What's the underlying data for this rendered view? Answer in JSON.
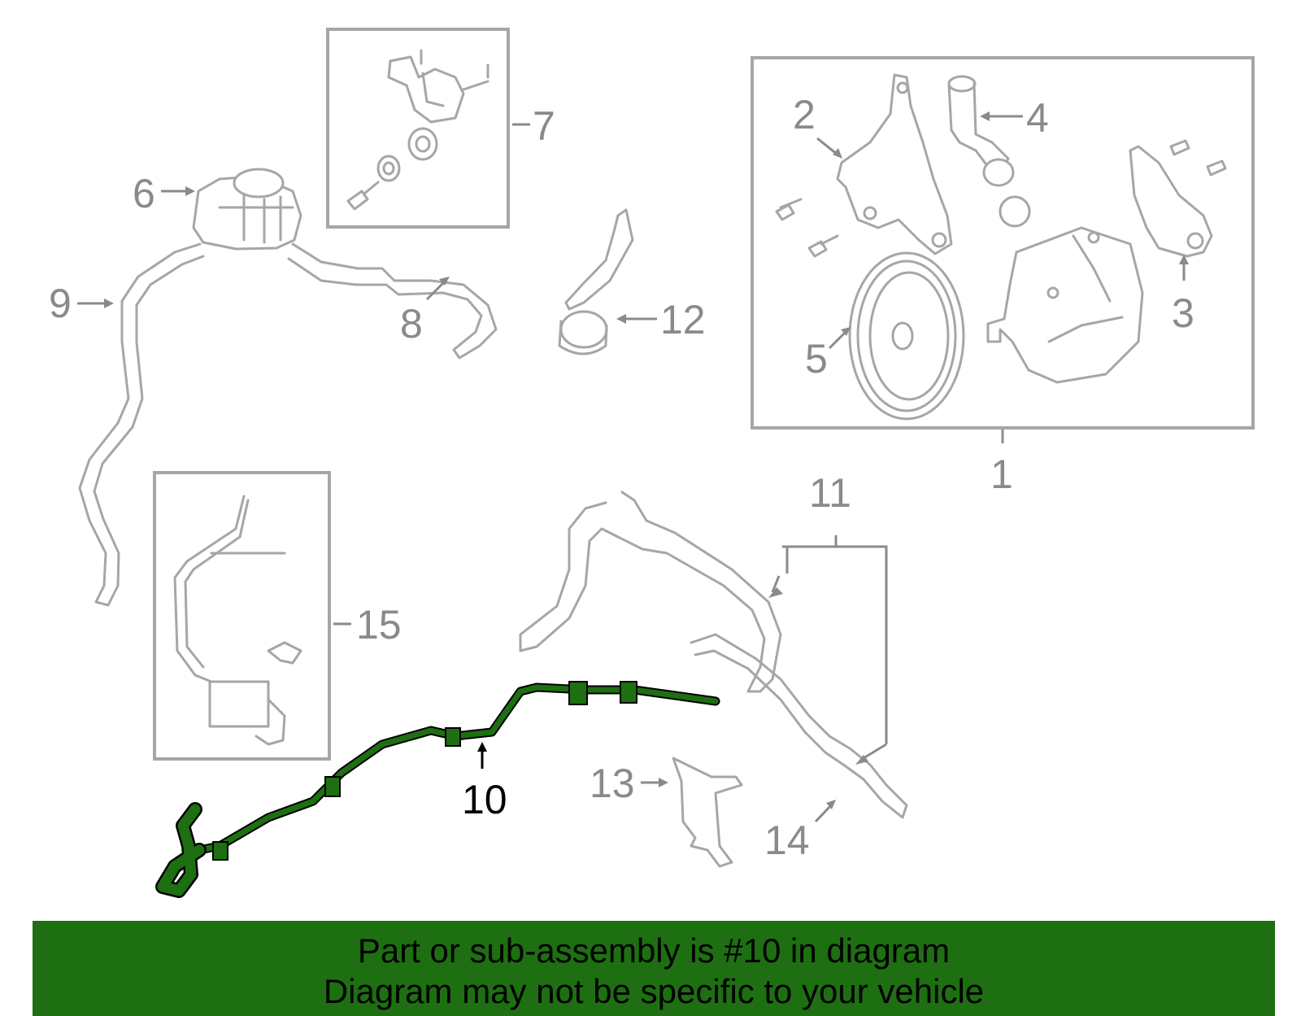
{
  "callouts": {
    "c1": "1",
    "c2": "2",
    "c3": "3",
    "c4": "4",
    "c5": "5",
    "c6": "6",
    "c7": "7",
    "c8": "8",
    "c9": "9",
    "c10": "10",
    "c11": "11",
    "c12": "12",
    "c13": "13",
    "c14": "14",
    "c15": "15"
  },
  "highlight": {
    "part_number": "10",
    "color": "#1e6f12"
  },
  "colors": {
    "line_art": "#a6a6a6",
    "banner": "#1e6f12",
    "callout_text": "#8a8a8a"
  },
  "banner": {
    "line1": "Part or sub-assembly is #10 in diagram",
    "line2": "Diagram may not be specific to your vehicle"
  }
}
